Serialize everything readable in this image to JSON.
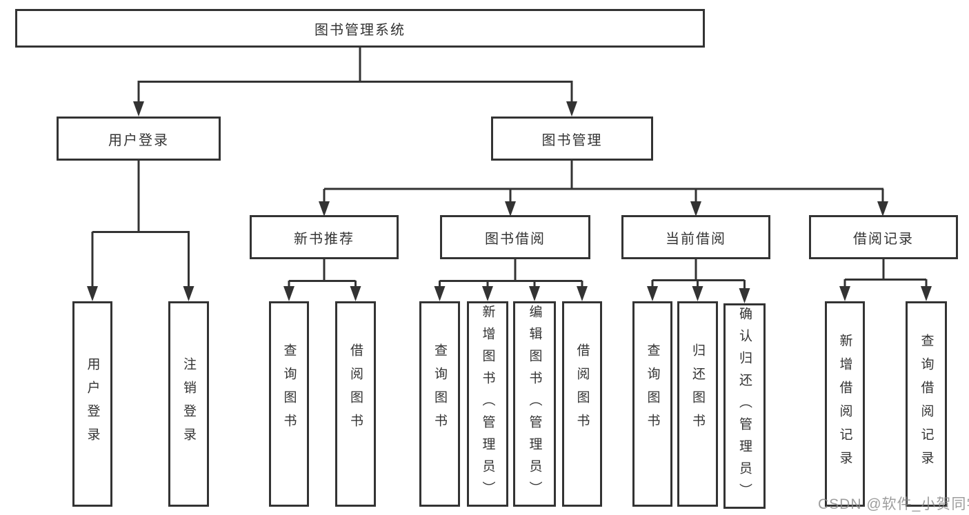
{
  "nodes": {
    "root": "图书管理系统",
    "user_login": "用户登录",
    "book_mgmt": "图书管理",
    "new_books": "新书推荐",
    "book_borrow": "图书借阅",
    "current_borrow": "当前借阅",
    "borrow_records": "借阅记录",
    "leaf_user_login": "用户登录",
    "leaf_logout": "注销登录",
    "leaf_query_books_nb": "查询图书",
    "leaf_borrow_books_nb": "借阅图书",
    "leaf_query_books_bb": "查询图书",
    "leaf_add_books": "新增图书（管理员）",
    "leaf_edit_books": "编辑图书（管理员）",
    "leaf_borrow_books_bb": "借阅图书",
    "leaf_query_books_cb": "查询图书",
    "leaf_return_books": "归还图书",
    "leaf_confirm_return": "确认归还（管理员）",
    "leaf_add_record": "新增借阅记录",
    "leaf_query_record": "查询借阅记录"
  },
  "watermark": "CSDN @软件_小贺同学",
  "colors": {
    "line": "#333333",
    "text": "#333333",
    "background": "#ffffff",
    "watermark": "#888888"
  }
}
